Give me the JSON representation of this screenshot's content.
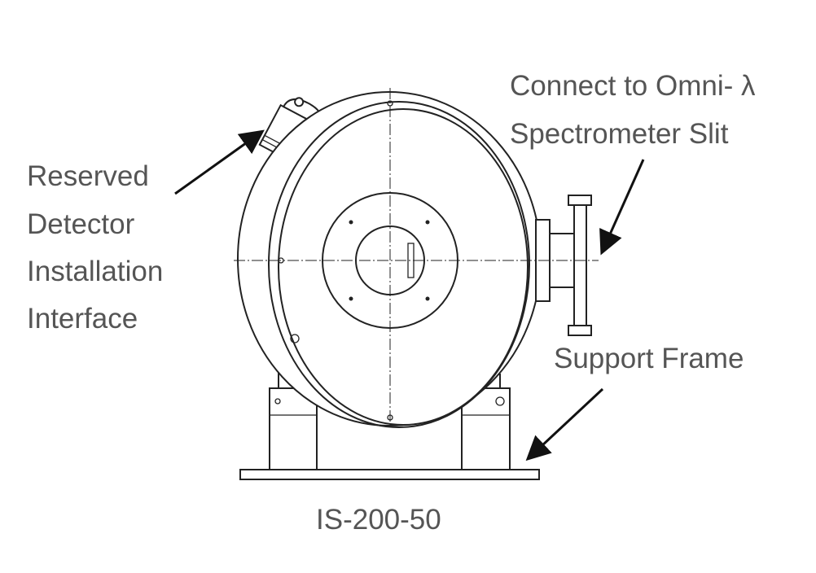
{
  "labels": {
    "detector": [
      "Reserved",
      "Detector",
      "Installation",
      "Interface"
    ],
    "spectrometer": [
      "Connect to Omni- λ",
      "Spectrometer Slit"
    ],
    "support": "Support Frame",
    "model": "IS-200-50"
  },
  "colors": {
    "text": "#555555",
    "line": "#222222"
  }
}
